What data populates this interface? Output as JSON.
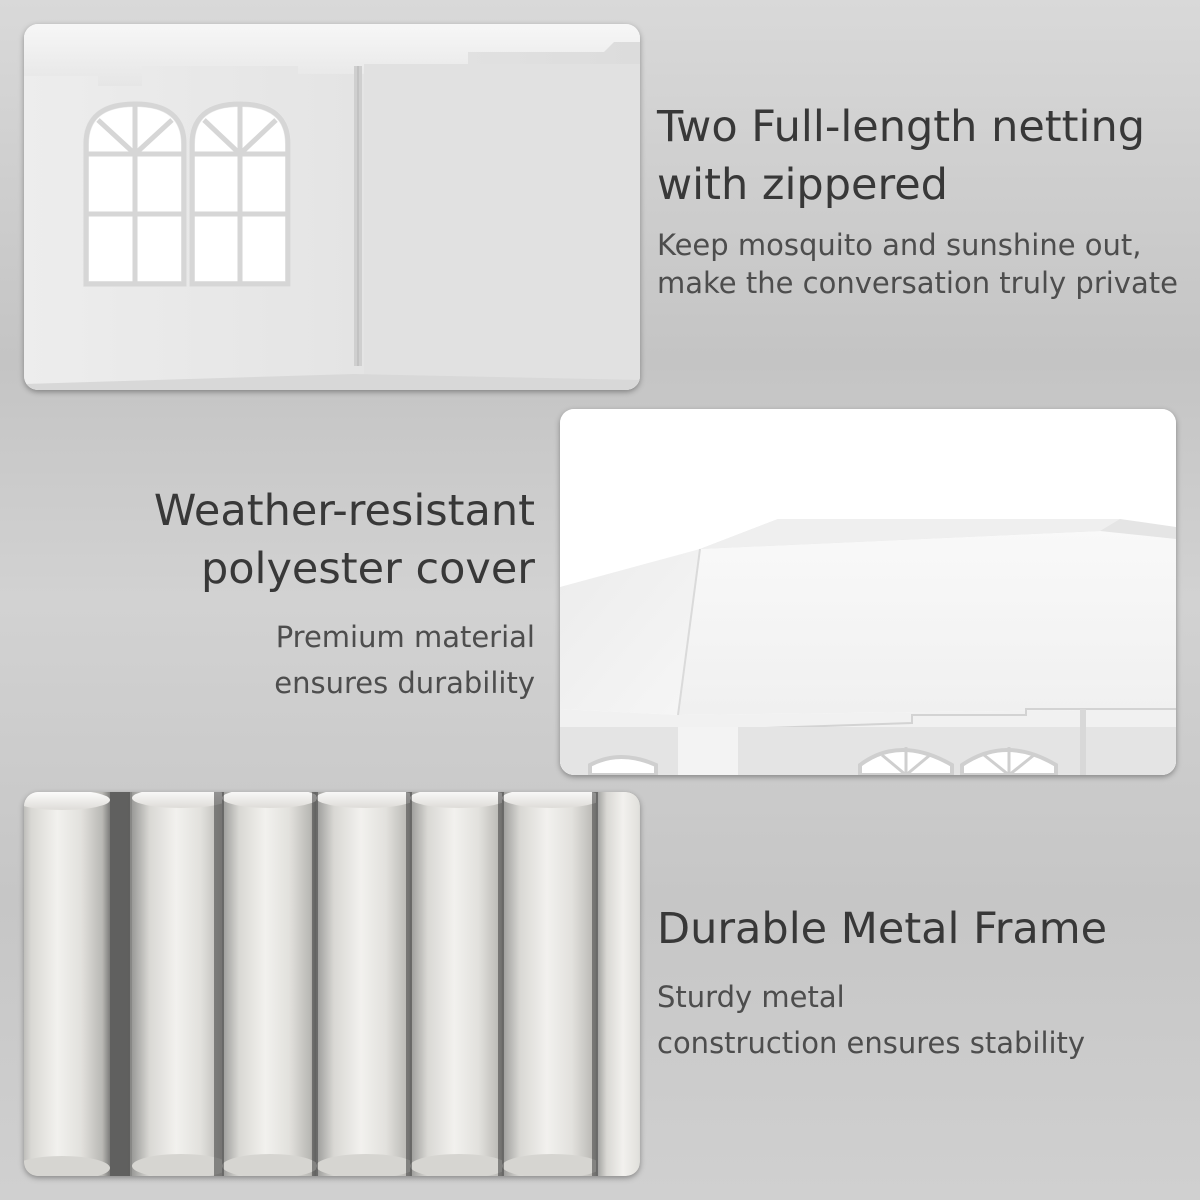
{
  "features": [
    {
      "title_line1": "Two Full-length netting",
      "title_line2": "with zippered",
      "desc_line1": "Keep mosquito and sunshine out,",
      "desc_line2": "make the conversation truly private",
      "photo_icon": "tent-window-panel-photo"
    },
    {
      "title_line1": "Weather-resistant",
      "title_line2": "polyester cover",
      "desc_line1": "Premium material",
      "desc_line2": "ensures durability",
      "photo_icon": "tent-roof-cover-photo"
    },
    {
      "title_line1": "Durable Metal Frame",
      "title_line2": "",
      "desc_line1": "Sturdy metal",
      "desc_line2": "construction ensures stability",
      "photo_icon": "metal-tubes-photo"
    }
  ],
  "colors": {
    "background": "#cfcfcf",
    "heading": "#383838",
    "body_text": "#4d4d4d",
    "canvas_white": "#f4f4f4"
  }
}
